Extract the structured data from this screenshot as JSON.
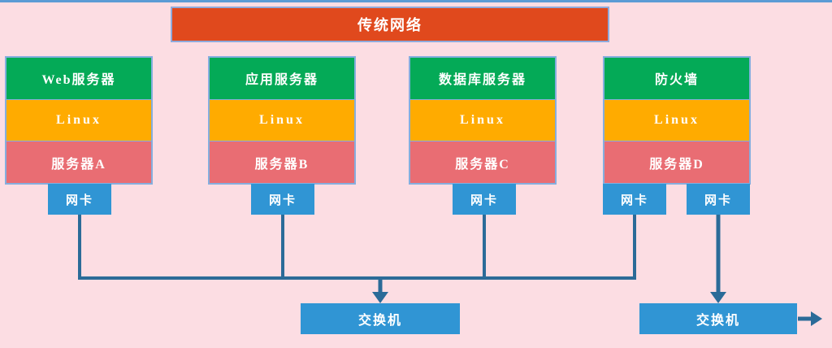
{
  "banner": {
    "label": "传统网络"
  },
  "stacks": [
    {
      "title": "Web服务器",
      "os": "Linux",
      "server": "服务器A",
      "nics": [
        "网卡"
      ]
    },
    {
      "title": "应用服务器",
      "os": "Linux",
      "server": "服务器B",
      "nics": [
        "网卡"
      ]
    },
    {
      "title": "数据库服务器",
      "os": "Linux",
      "server": "服务器C",
      "nics": [
        "网卡"
      ]
    },
    {
      "title": "防火墙",
      "os": "Linux",
      "server": "服务器D",
      "nics": [
        "网卡",
        "网卡"
      ]
    }
  ],
  "switches": [
    {
      "label": "交换机"
    },
    {
      "label": "交换机"
    }
  ],
  "colors": {
    "background": "#fcdde3",
    "top_line": "#5b9bd5",
    "banner_fill": "#e0491d",
    "banner_border": "#8faadc",
    "stack_border": "#85aede",
    "title_green": "#04aa57",
    "os_amber": "#ffab00",
    "server_red": "#e96d73",
    "nic_switch_blue": "#3095d4",
    "connector_blue": "#2b6b98",
    "text": "#ffffff"
  }
}
